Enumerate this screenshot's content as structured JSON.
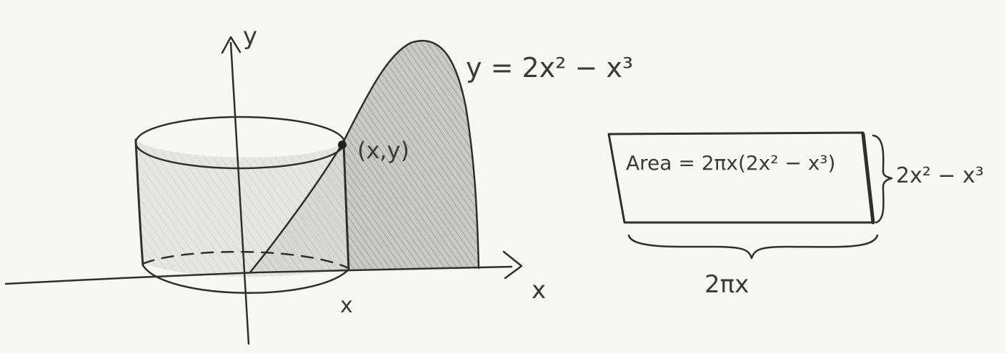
{
  "diagram": {
    "labels": {
      "y_axis": "y",
      "x_axis": "x",
      "curve_equation": "y = 2x² − x³",
      "point": "(x,y)",
      "x_position": "x",
      "strip_area": "Area = 2πx(2x² − x³)",
      "strip_height": "2x² − x³",
      "strip_width": "2πx"
    },
    "colors": {
      "ink": "#2e2e2e",
      "shading": "#9a9a9a",
      "paper": "#f6f6f4"
    }
  }
}
